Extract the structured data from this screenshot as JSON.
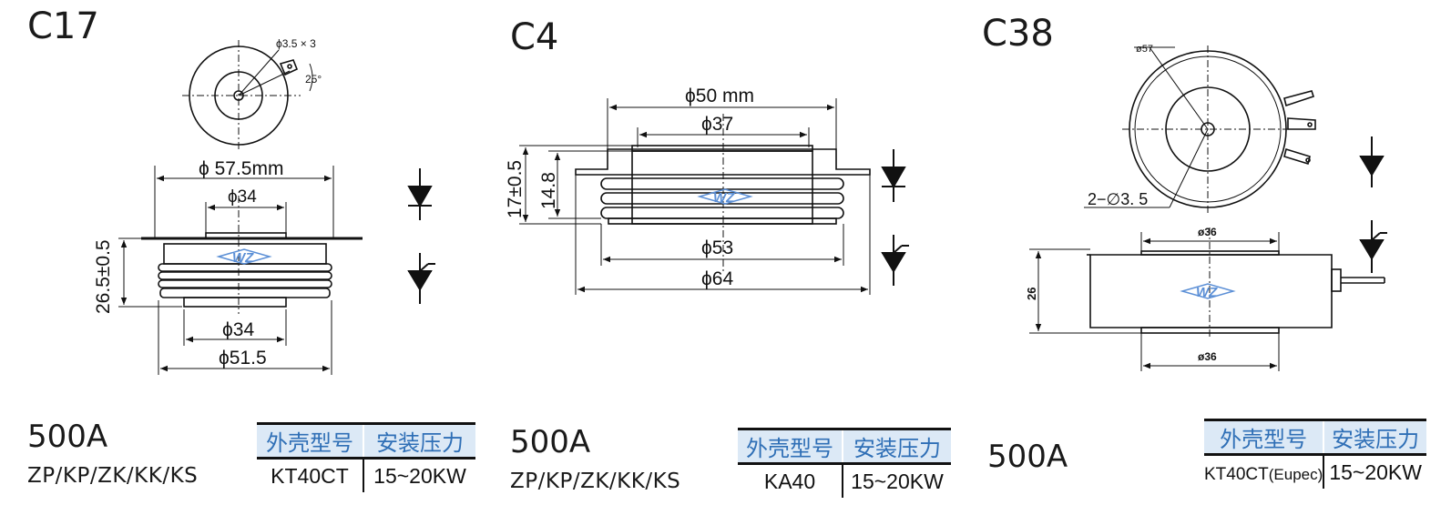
{
  "packages": [
    {
      "title": "C17",
      "rating": "500A",
      "types": "ZP/KP/ZK/KK/KS",
      "dims": {
        "hole": "ϕ3.5 × 3",
        "angle": "25°",
        "outer_flange": "ϕ 57.5mm",
        "top_face": "ϕ34",
        "height": "26.5±0.5",
        "bottom_face": "ϕ34",
        "body": "ϕ51.5"
      },
      "table": {
        "header": [
          "外壳型号",
          "安装压力"
        ],
        "row": [
          "KT40CT",
          "15~20KW"
        ]
      }
    },
    {
      "title": "C4",
      "rating": "500A",
      "types": "ZP/KP/ZK/KK/KS",
      "dims": {
        "flange": "ϕ50 mm",
        "top_face": "ϕ37",
        "height_total": "17±0.5",
        "height_body": "14.8",
        "body": "ϕ53",
        "outer": "ϕ64"
      },
      "table": {
        "header": [
          "外壳型号",
          "安装压力"
        ],
        "row": [
          "KA40",
          "15~20KW"
        ]
      }
    },
    {
      "title": "C38",
      "rating": "500A",
      "types": "",
      "dims": {
        "outer": "ø57",
        "holes": "2−∅3. 5",
        "top_face": "ø36",
        "height": "26",
        "bottom_face": "ø36"
      },
      "table": {
        "header": [
          "外壳型号",
          "安装压力"
        ],
        "row_main": "KT40CT",
        "row_suffix": "(Eupec)",
        "row_value": "15~20KW"
      }
    }
  ],
  "logo_text": "WZ",
  "colors": {
    "line": "#111111",
    "header_bg": "#dce9f6",
    "header_text": "#2f6fb6",
    "logo": "#5b8fd6"
  }
}
